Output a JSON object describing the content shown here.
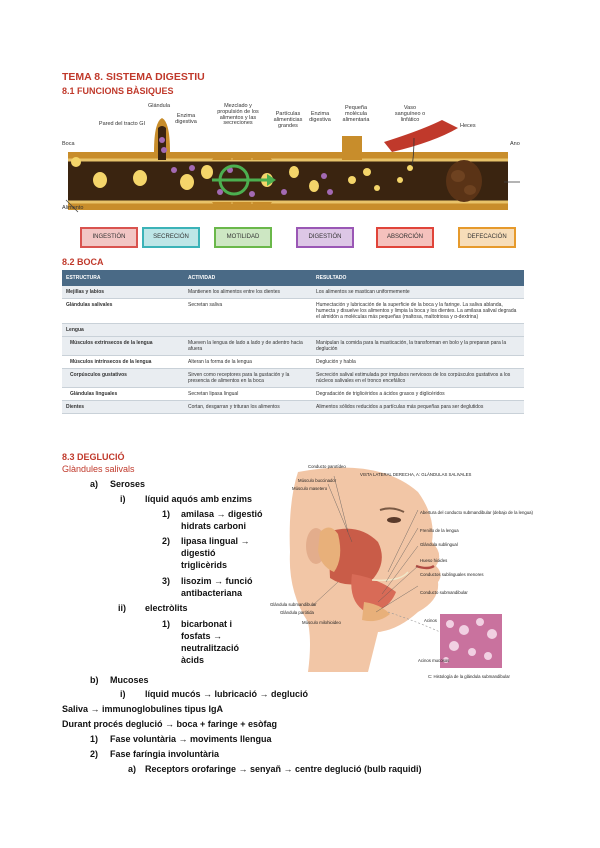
{
  "title": "TEMA 8. SISTEMA DIGESTIU",
  "sec1": "8.1 FUNCIONS BÀSIQUES",
  "diagram": {
    "labels": {
      "glandula": "Glándula",
      "pared": "Pared del tracto GI",
      "enzima1": "Enzima digestiva",
      "mezclado": "Mezclado y propulsión de los alimentos y las secreciones",
      "particulas": "Partículas alimenticias grandes",
      "enzima2": "Enzima digestiva",
      "pequena": "Pequeña molécula alimentaria",
      "vaso": "Vaso sanguíneo o linfático",
      "heces": "Heces",
      "boca": "Boca",
      "ano": "Ano",
      "alimento": "Alimento"
    },
    "phases": [
      {
        "label": "INGESTIÓN",
        "color": "#d9534f"
      },
      {
        "label": "SECRECIÓN",
        "color": "#3bb3b8"
      },
      {
        "label": "MOTILIDAD",
        "color": "#6ab84a"
      },
      {
        "label": "DIGESTIÓN",
        "color": "#9a57b5"
      },
      {
        "label": "ABSORCIÓN",
        "color": "#e0443a"
      },
      {
        "label": "DEFECACIÓN",
        "color": "#e69a2c"
      }
    ]
  },
  "sec2": "8.2 BOCA",
  "table": {
    "headers": [
      "ESTRUCTURA",
      "ACTIVIDAD",
      "RESULTADO"
    ],
    "rows": [
      {
        "c1": "Mejillas y labios",
        "c2": "Mantienen los alimentos entre los dientes",
        "c3": "Los alimentos se mastican uniformemente",
        "shade": true,
        "sub": false
      },
      {
        "c1": "Glándulas salivales",
        "c2": "Secretan saliva",
        "c3": "Humectación y lubricación de la superficie de la boca y la faringe. La saliva ablanda, humecta y disuelve los alimentos y limpia la boca y los dientes. La amilasa salival degrada el almidón a moléculas más pequeñas (maltosa, maltotriosa y α-dextrina)",
        "shade": false,
        "sub": false
      },
      {
        "c1": "Lengua",
        "c2": "",
        "c3": "",
        "shade": true,
        "sub": false
      },
      {
        "c1": "Músculos extrínsecos de la lengua",
        "c2": "Mueven la lengua de lado a lado y de adentro hacia afuera",
        "c3": "Manipulan la comida para la masticación, la transforman en bolo y la preparan para la deglución",
        "shade": true,
        "sub": true
      },
      {
        "c1": "Músculos intrínsecos de la lengua",
        "c2": "Alteran la forma de la lengua",
        "c3": "Deglución y habla",
        "shade": false,
        "sub": true
      },
      {
        "c1": "Corpúsculos gustativos",
        "c2": "Sirven como receptores para la gustación y la presencia de alimentos en la boca",
        "c3": "Secreción salival estimulada por impulsos nerviosos de los corpúsculos gustativos a los núcleos salivales en el tronco encefálico",
        "shade": true,
        "sub": true
      },
      {
        "c1": "Glándulas linguales",
        "c2": "Secretan lipasa lingual",
        "c3": "Degradación de triglicéridos a ácidos grasos y diglicéridos",
        "shade": false,
        "sub": true
      },
      {
        "c1": "Dientes",
        "c2": "Cortan, desgarran y trituran los alimentos",
        "c3": "Alimentos sólidos reducidos a partículas más pequeñas para ser deglutidos",
        "shade": true,
        "sub": false
      }
    ]
  },
  "sec3": "8.3 DEGLUCIÓ",
  "glandules": "Glàndules salivals",
  "outline": {
    "a": "a)",
    "seroses": "Seroses",
    "i1": "i)",
    "liquid": "líquid aquós amb enzims",
    "n1": "1)",
    "amilasa1": "amilasa → digestió",
    "amilasa2": "hidrats carboni",
    "n2": "2)",
    "lipasa1": "lipasa lingual →",
    "lipasa2": "digestió",
    "lipasa3": "triglicèrids",
    "n3": "3)",
    "lisozim1": "lisozim → funció",
    "lisozim2": "antibacteriana",
    "ii": "ii)",
    "electrolits": "electròlits",
    "m1": "1)",
    "bic1": "bicarbonat i",
    "bic2": "fosfats →",
    "bic3": "neutralització",
    "bic4": "àcids",
    "b": "b)",
    "mucoses": "Mucoses",
    "i2": "i)",
    "mucos": "líquid mucós → lubricació → deglució",
    "saliva": "Saliva → immunoglobulines tipus IgA",
    "durant": "Durant procés deglució → boca + faringe + esòfag",
    "f1n": "1)",
    "fase1": "Fase voluntària → moviments llengua",
    "f2n": "2)",
    "fase2": "Fase faríngia involuntària",
    "ra": "a)",
    "receptors": "Receptors orofaringe → senyañ → centre deglució (bulb raquidi)"
  },
  "figure": {
    "caption_top": "VISTA LATERAL DERECHA, A: GLÁNDULAS SALIVALES",
    "caption_bot": "C: Histología de la glándula submandibular",
    "labels": {
      "conducto_parotideo": "Conducto parotídeo",
      "musc_bucc": "Músculo buccinador",
      "musc_mas": "Músculo masetero",
      "glandula_par": "Glándula parótida",
      "abert_sub": "Abertura del conducto submandibular (debajo de la lengua)",
      "frenillo": "Frenillo de la lengua",
      "gl_sublingual": "Glándula sublingual",
      "conductos_sub": "Conductos sublinguales menores",
      "conducto_submand": "Conducto submandibular",
      "gl_submand": "Glándula submandibular",
      "hueso": "Hueso hioides",
      "musc_mil": "Músculo milohioideo",
      "acinos": "Acinos",
      "acin2": "Acinos mucosos"
    }
  }
}
